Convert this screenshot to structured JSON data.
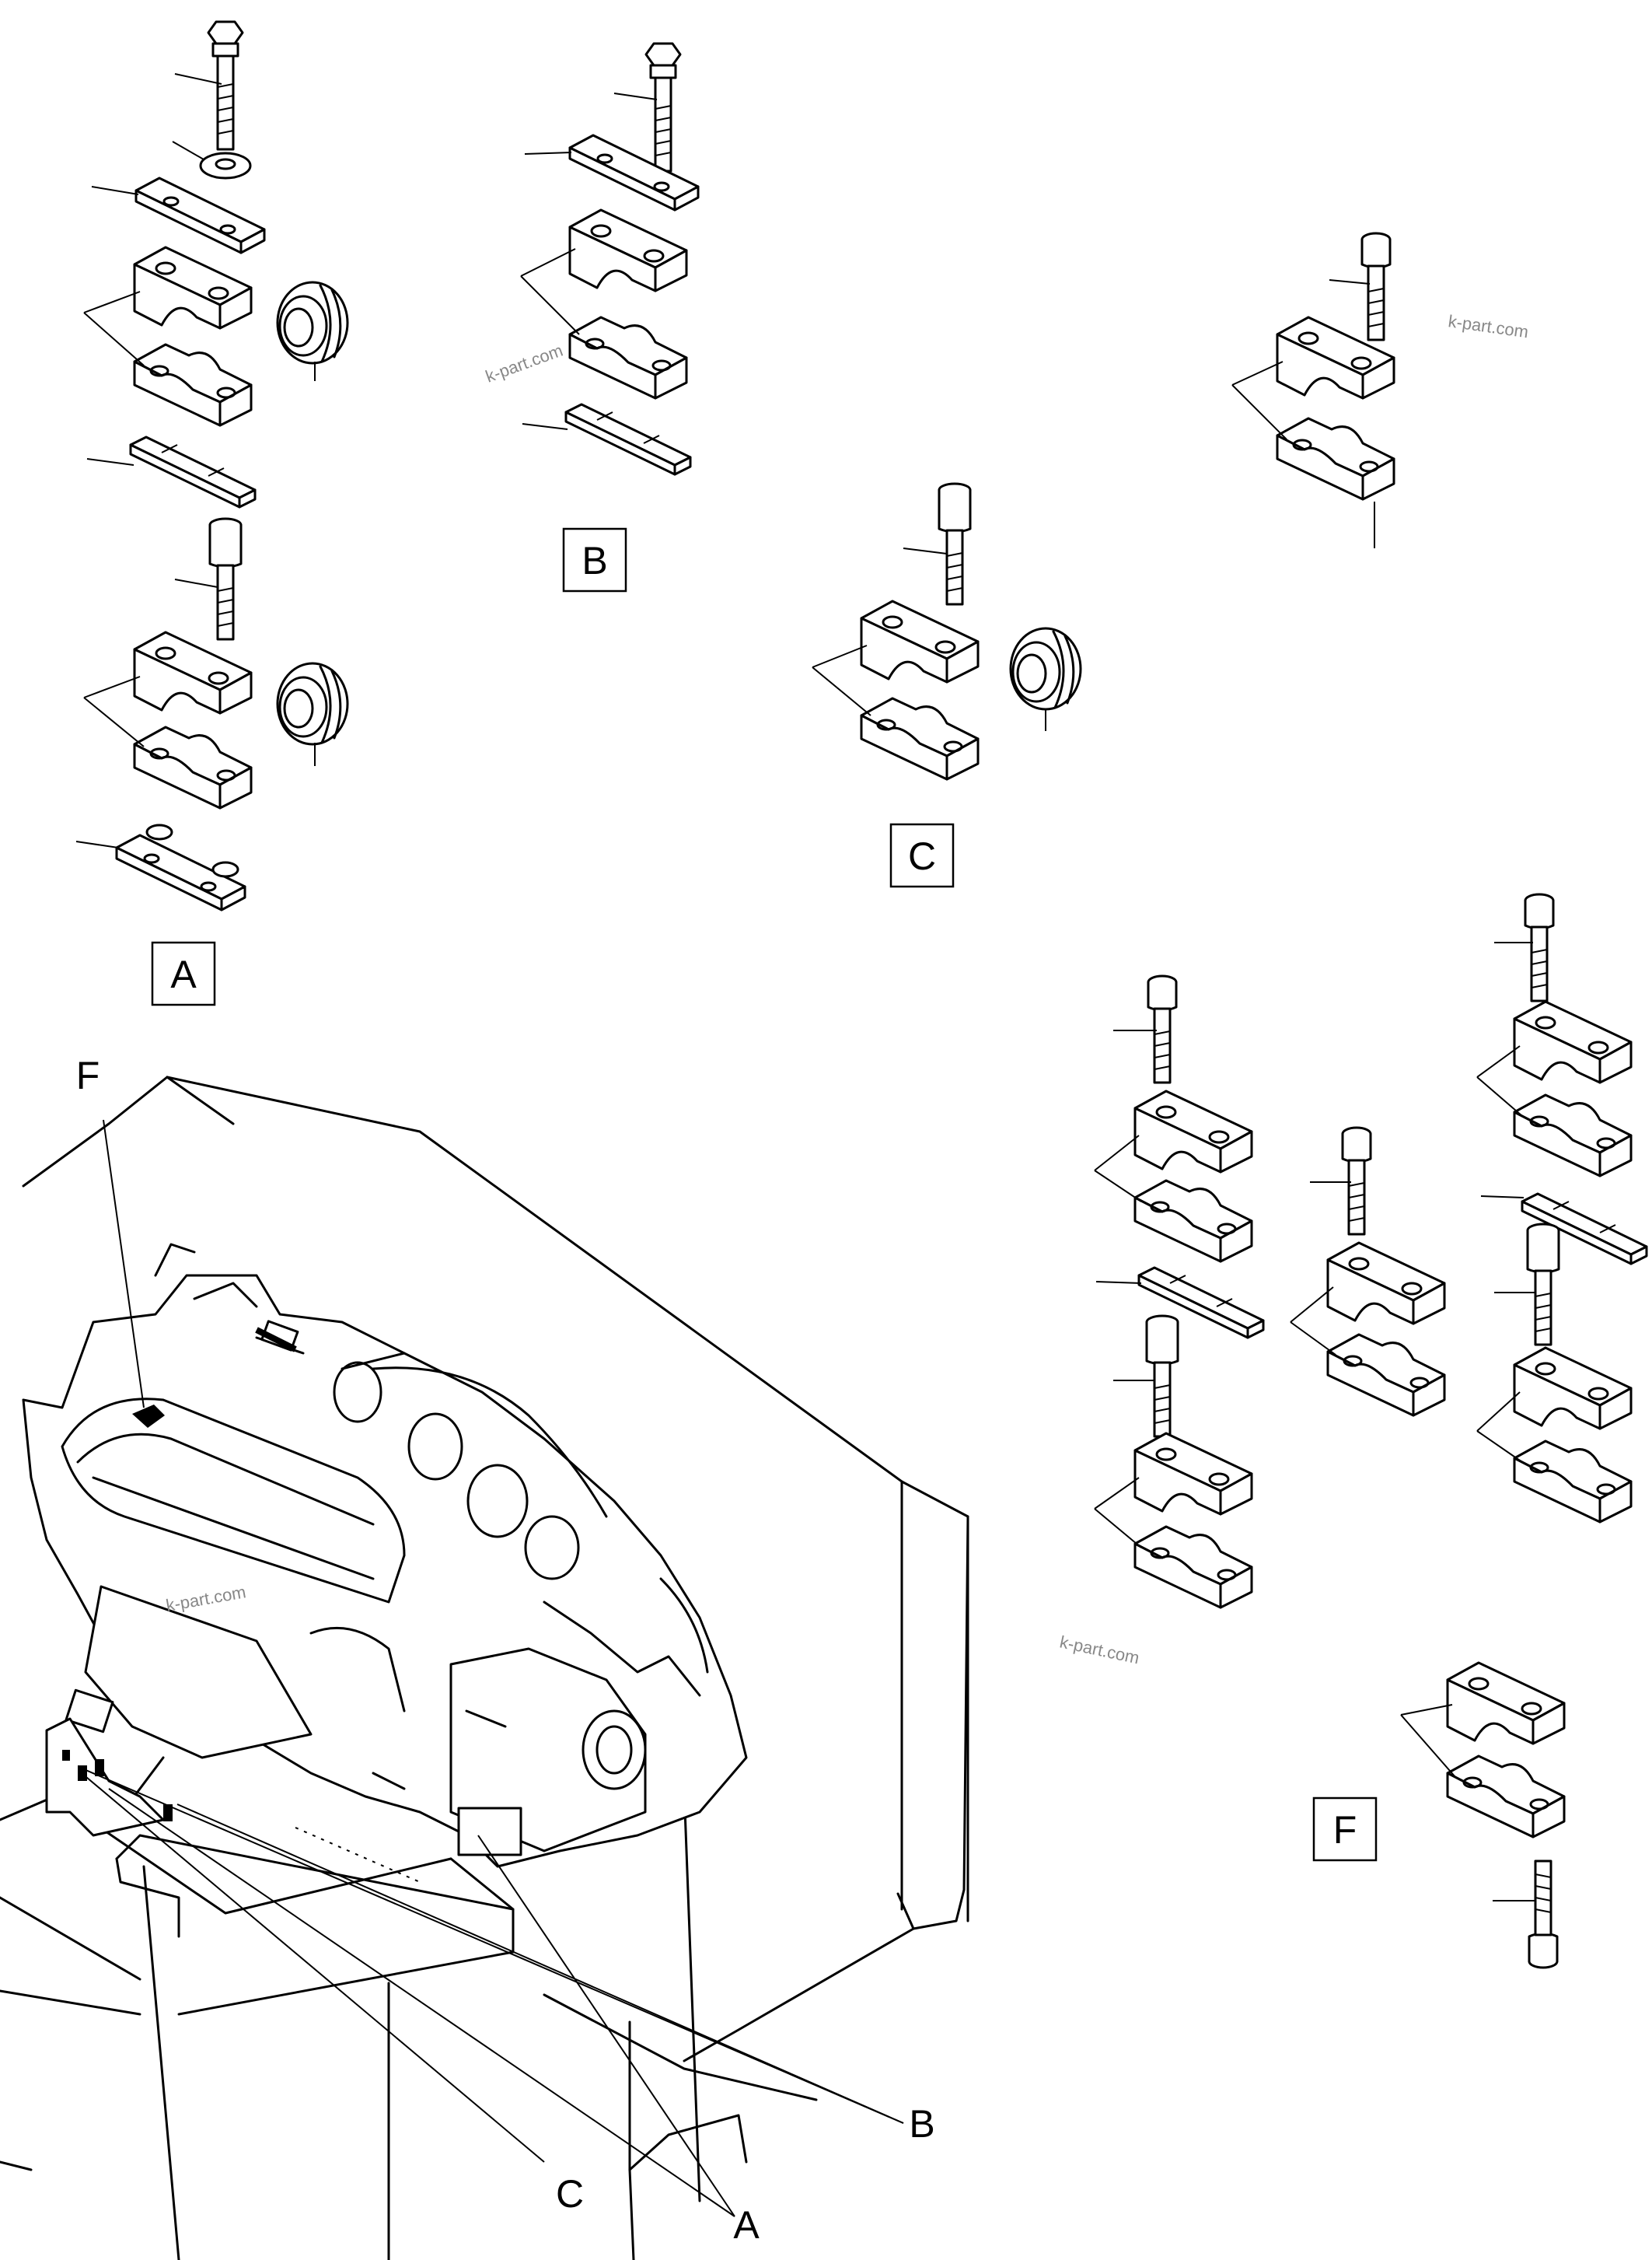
{
  "labels": {
    "A": "A",
    "B": "B",
    "C": "C",
    "F": "F"
  },
  "watermark": "k-part.com"
}
